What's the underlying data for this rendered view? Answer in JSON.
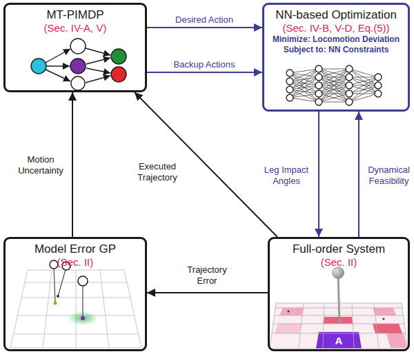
{
  "diagram": {
    "nodes": [
      {
        "text": [
          "MT-PIMDP",
          "(Sec. IV-A, V)"
        ]
      },
      {
        "text": [
          "NN-based Optimization",
          "(Sec. IV-B, V-D, Eq.(5))",
          "Minimize: Locomotion Deviation",
          "Subject to: NN Constraints"
        ]
      },
      {
        "text": [
          "Model Error GP",
          "(Sec. II)"
        ]
      },
      {
        "text": [
          "Full-order System",
          "(Sec. II)"
        ]
      }
    ],
    "edges": [
      {
        "from": 0,
        "to": 1,
        "label": "Desired Action",
        "arrow": "to"
      },
      {
        "from": 0,
        "to": 1,
        "label": "Backup Actions",
        "arrow": "to"
      },
      {
        "from": 1,
        "to": 3,
        "label": "Leg Impact Angles",
        "arrow": "to"
      },
      {
        "from": 3,
        "to": 1,
        "label": "Dynamical Feasibility",
        "arrow": "to"
      },
      {
        "from": 2,
        "to": 0,
        "label": "Motion Uncertainty",
        "arrow": "to"
      },
      {
        "from": 3,
        "to": 0,
        "label": "Executed Trajectory",
        "arrow": "to"
      },
      {
        "from": 3,
        "to": 2,
        "label": "Trajectory Error",
        "arrow": "to"
      }
    ],
    "labels": [
      "A"
    ]
  }
}
